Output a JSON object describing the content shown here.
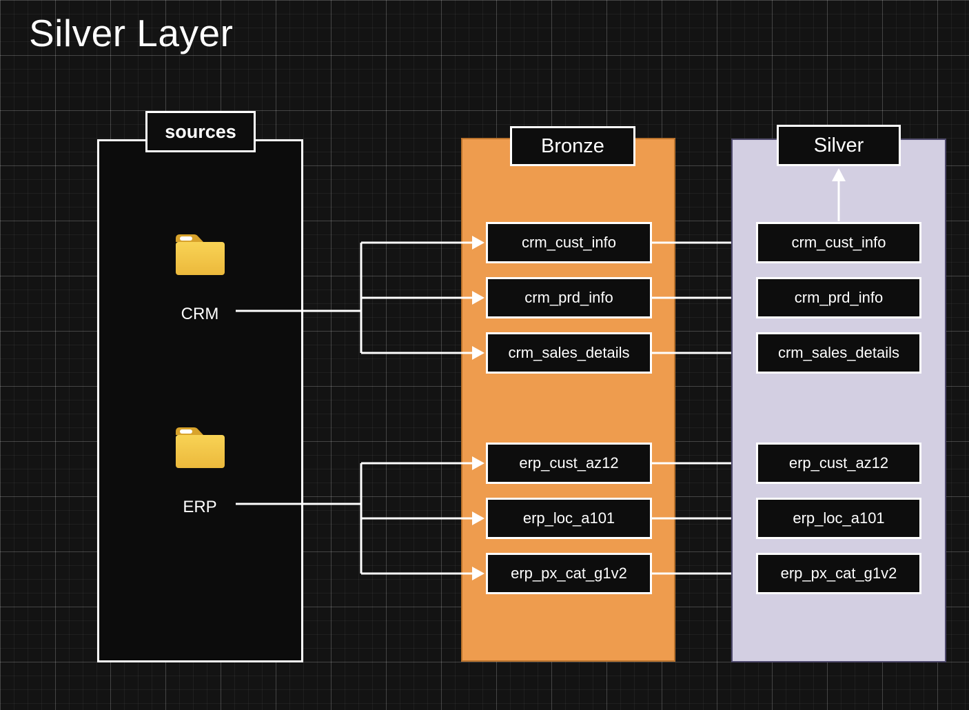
{
  "title": "Silver Layer",
  "sources": {
    "label": "sources",
    "folders": [
      {
        "name": "CRM"
      },
      {
        "name": "ERP"
      }
    ]
  },
  "bronze": {
    "label": "Bronze",
    "tables": [
      "crm_cust_info",
      "crm_prd_info",
      "crm_sales_details",
      "erp_cust_az12",
      "erp_loc_a101",
      "erp_px_cat_g1v2"
    ]
  },
  "silver": {
    "label": "Silver",
    "tables": [
      "crm_cust_info",
      "crm_prd_info",
      "crm_sales_details",
      "erp_cust_az12",
      "erp_loc_a101",
      "erp_px_cat_g1v2"
    ]
  },
  "colors": {
    "background": "#131313",
    "bronze_fill": "#ee9c4e",
    "bronze_border": "#b9722c",
    "silver_fill": "#d3cfe2",
    "silver_border": "#4f4a6d",
    "node_fill": "#0d0d0d",
    "node_border": "#ffffff",
    "connector": "#ffffff",
    "folder_body": "#f2c94c",
    "folder_tab": "#d8a32c",
    "text": "#ffffff"
  }
}
